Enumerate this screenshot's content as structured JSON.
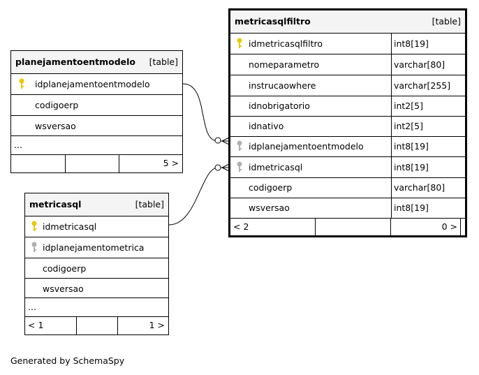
{
  "tables": {
    "metricasqlfiltro": {
      "name": "metricasqlfiltro",
      "kind": "[table]",
      "columns": [
        {
          "name": "idmetricasqlfiltro",
          "type": "int8[19]"
        },
        {
          "name": "nomeparametro",
          "type": "varchar[80]"
        },
        {
          "name": "instrucaowhere",
          "type": "varchar[255]"
        },
        {
          "name": "idnobrigatorio",
          "type": "int2[5]"
        },
        {
          "name": "idnativo",
          "type": "int2[5]"
        },
        {
          "name": "idplanejamentoentmodelo",
          "type": "int8[19]"
        },
        {
          "name": "idmetricasql",
          "type": "int8[19]"
        },
        {
          "name": "codigoerp",
          "type": "varchar[80]"
        },
        {
          "name": "wsversao",
          "type": "int8[19]"
        }
      ],
      "footer_left": "< 2",
      "footer_right": "0 >"
    },
    "planejamentoentmodelo": {
      "name": "planejamentoentmodelo",
      "kind": "[table]",
      "columns": [
        {
          "name": "idplanejamentoentmodelo"
        },
        {
          "name": "codigoerp"
        },
        {
          "name": "wsversao"
        }
      ],
      "ellipsis": "...",
      "footer_right": "5 >"
    },
    "metricasql": {
      "name": "metricasql",
      "kind": "[table]",
      "columns": [
        {
          "name": "idmetricasql"
        },
        {
          "name": "idplanejamentometrica"
        },
        {
          "name": "codigoerp"
        },
        {
          "name": "wsversao"
        }
      ],
      "ellipsis": "...",
      "footer_left": "< 1",
      "footer_right": "1 >"
    }
  },
  "footer": {
    "credit": "Generated by SchemaSpy"
  },
  "colors": {
    "primary_key": "#e8c800",
    "foreign_key": "#b0b0b0",
    "header_bg": "#f4f4f4"
  }
}
